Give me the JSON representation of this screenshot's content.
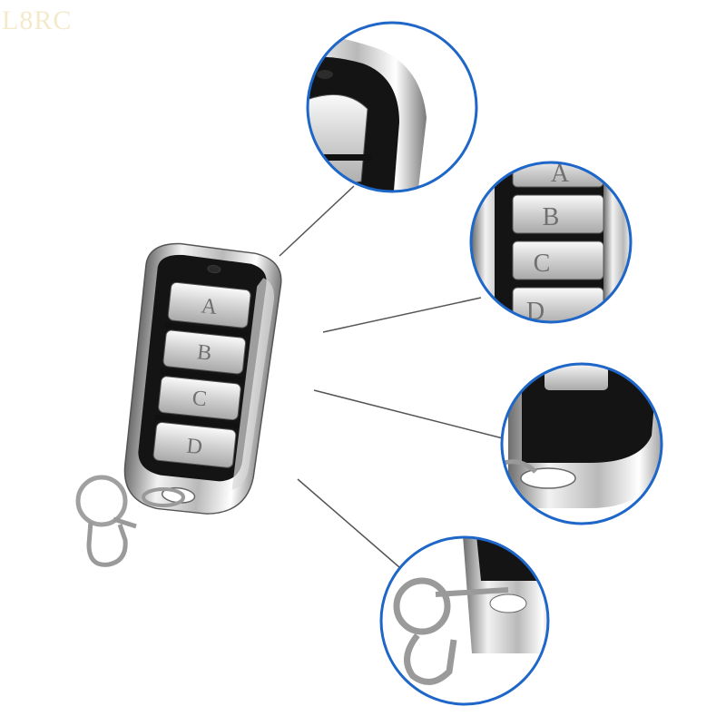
{
  "watermark": "L8RC",
  "remote": {
    "button_labels": [
      "A",
      "B",
      "C",
      "D"
    ]
  },
  "zoom_views": {
    "buttons_labels": [
      "A",
      "B",
      "C",
      "D"
    ]
  },
  "colors": {
    "body_black": "#141414",
    "chrome_light": "#f2f2f2",
    "chrome_mid": "#b9b9b9",
    "chrome_dark": "#6d6d6d",
    "circle_outline": "#1e66c8",
    "leader_line": "#555555",
    "watermark": "#f3e6c3"
  }
}
